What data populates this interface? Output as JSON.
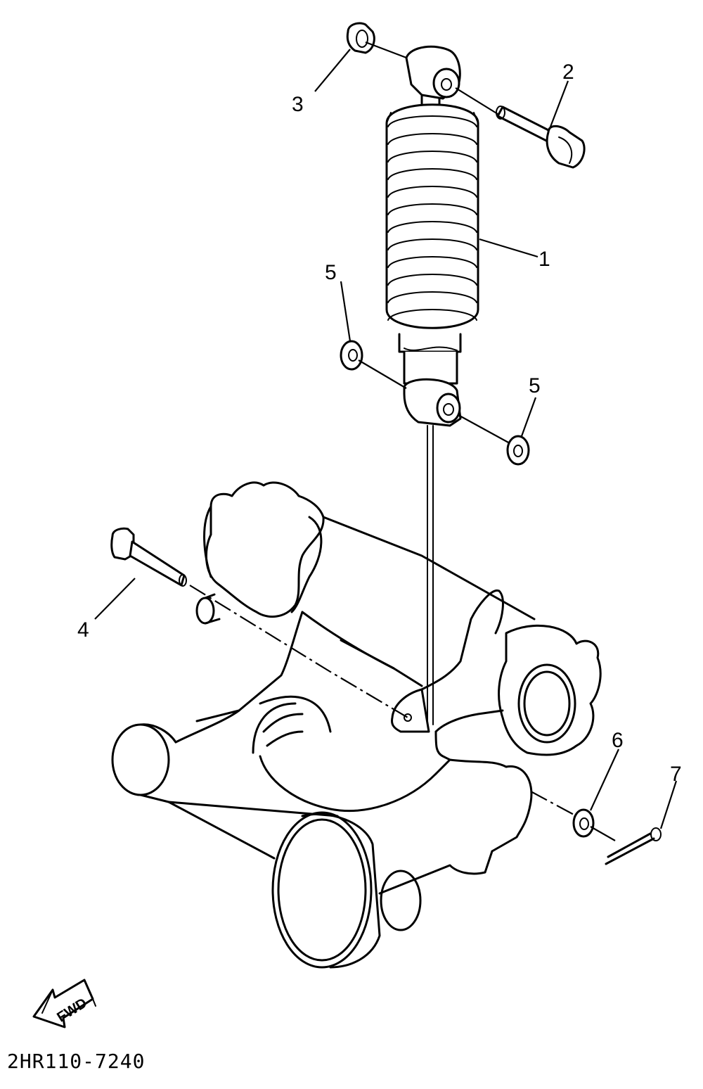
{
  "diagram": {
    "part_code": "2HR110-7240",
    "direction_label": "FWD",
    "callouts": [
      {
        "id": "1",
        "label": "1"
      },
      {
        "id": "2",
        "label": "2"
      },
      {
        "id": "3",
        "label": "3"
      },
      {
        "id": "4",
        "label": "4"
      },
      {
        "id": "5a",
        "label": "5"
      },
      {
        "id": "5b",
        "label": "5"
      },
      {
        "id": "6",
        "label": "6"
      },
      {
        "id": "7",
        "label": "7"
      }
    ]
  }
}
